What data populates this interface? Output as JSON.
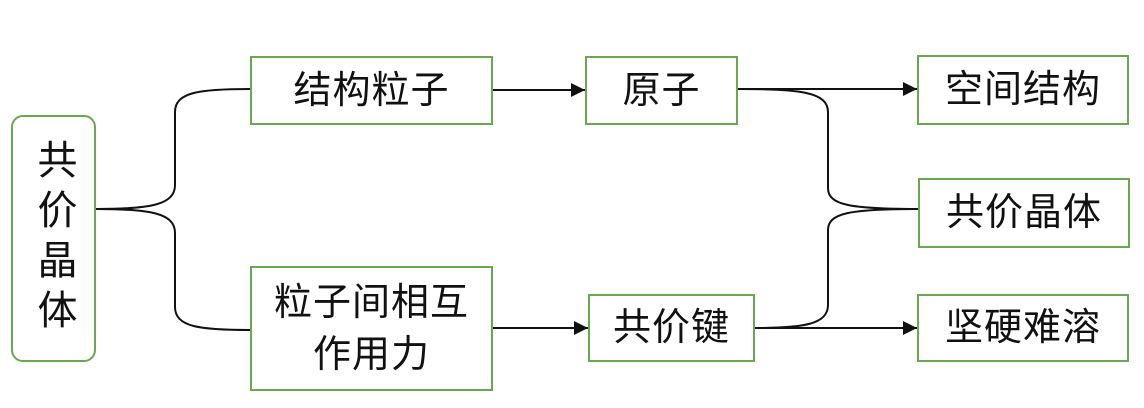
{
  "diagram": {
    "nodes": [
      {
        "id": "root",
        "label": "共价晶体"
      },
      {
        "id": "structural-particle",
        "label": "结构粒子"
      },
      {
        "id": "interparticle-force",
        "label": "粒子间相互\n作用力"
      },
      {
        "id": "atom",
        "label": "原子"
      },
      {
        "id": "covalent-bond",
        "label": "共价键"
      },
      {
        "id": "spatial-structure",
        "label": "空间结构"
      },
      {
        "id": "covalent-crystal",
        "label": "共价晶体"
      },
      {
        "id": "hard-insoluble",
        "label": "坚硬难溶"
      }
    ],
    "edges": [
      {
        "from": "root",
        "to": "structural-particle",
        "style": "brace"
      },
      {
        "from": "root",
        "to": "interparticle-force",
        "style": "brace"
      },
      {
        "from": "structural-particle",
        "to": "atom",
        "style": "arrow"
      },
      {
        "from": "interparticle-force",
        "to": "covalent-bond",
        "style": "arrow"
      },
      {
        "from": "atom",
        "to": "spatial-structure",
        "style": "arrow"
      },
      {
        "from": "atom",
        "to": "covalent-crystal",
        "style": "brace"
      },
      {
        "from": "covalent-bond",
        "to": "covalent-crystal",
        "style": "brace"
      },
      {
        "from": "covalent-bond",
        "to": "hard-insoluble",
        "style": "arrow"
      }
    ]
  },
  "colors": {
    "box_border": "#6aa84f",
    "connector": "#111111",
    "background": "#ffffff"
  }
}
